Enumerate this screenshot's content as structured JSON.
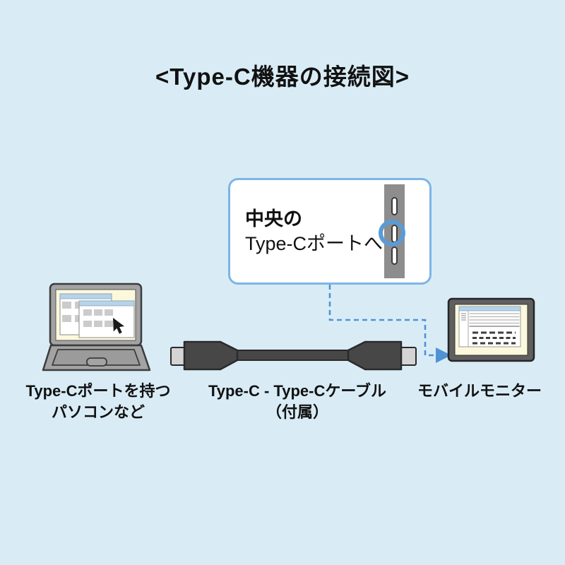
{
  "title": "<Type-C機器の接続図>",
  "callout": {
    "heading": "中央の",
    "text": "Type-Cポートへ"
  },
  "labels": {
    "laptop_line1": "Type-Cポートを持つ",
    "laptop_line2": "パソコンなど",
    "cable_line1": "Type-C - Type-Cケーブル",
    "cable_line2": "（付属）",
    "monitor": "モバイルモニター"
  },
  "colors": {
    "background": "#d9ecf6",
    "accent": "#4f93d4",
    "callout-border": "#7db5e4",
    "circle": "#5b9bd5",
    "titlebar": "#b5d3ea"
  }
}
